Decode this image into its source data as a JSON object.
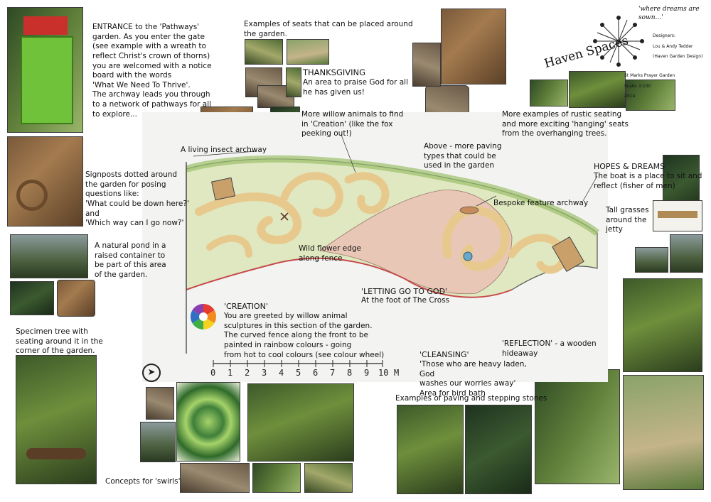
{
  "header": {
    "tagline": "'where dreams are sown...'",
    "brand": "Haven Spaces",
    "designer_lines": [
      "Designers:",
      "Lou & Andy Tedder",
      "(Haven Garden Design)"
    ],
    "project_lines": [
      "St Marks Prayer Garden",
      "Scale: 1:100",
      "2014"
    ]
  },
  "notes": {
    "entrance": "ENTRANCE to the 'Pathways'\ngarden.  As you enter the gate\n(see example with a wreath to\nreflect Christ's crown of thorns)\nyou are welcomed with a notice\nboard with the words\n'What We Need To Thrive'.\nThe archway leads you through\nto a network of pathways for all\nto explore...",
    "seats": "Examples of seats that can be placed around\nthe garden.",
    "thanksgiving_title": "THANKSGIVING",
    "thanksgiving_body": "An area to praise God for all\nhe has given us!",
    "willow": "More willow animals to find\nin 'Creation' (like the fox\npeeking out!)",
    "paving_above": "Above - more paving\ntypes that could be\nused in the garden",
    "rustic": "More examples of rustic seating\nand more exciting 'hanging' seats\nfrom the overhanging trees.",
    "insect_arch": "A living insect archway",
    "signposts": "Signposts dotted around\nthe garden for posing\nquestions like:\n'What could be down here?'\nand\n'Which way can I go now?'",
    "hopes_title": "HOPES & DREAMS",
    "hopes_body": "The boat is a place to sit and\nreflect (fisher of men)",
    "bespoke_arch": "Bespoke feature archway",
    "tall_grasses": "Tall grasses\naround the\njetty",
    "pond": "A natural pond in a\nraised container to\nbe part of this area\nof the garden.",
    "wildflower": "Wild flower edge\nalong fence",
    "letting_go_title": "'LETTING GO TO GOD'",
    "letting_go_body": "At the foot of The Cross",
    "creation_title": "'CREATION'",
    "creation_body": "You are greeted by willow animal\nsculptures in this section of the garden.\nThe curved fence along the front to  be\npainted in rainbow colours - going\nfrom hot to cool colours (see colour wheel)",
    "reflection": "'REFLECTION' - a wooden\n                      hideaway",
    "cleansing_title": "'CLEANSING'",
    "cleansing_body": "'Those who are heavy laden, God\nwashes our worries away'\nArea for bird bath",
    "specimen": "Specimen tree with\nseating around it in the\ncorner of the garden.",
    "paving_examples": "Examples of paving and stepping stones",
    "swirls": "Concepts for 'swirls'"
  },
  "scale_bar": {
    "ticks": [
      "0",
      "1",
      "2",
      "3",
      "4",
      "5",
      "6",
      "7",
      "8",
      "9",
      "10"
    ],
    "unit": "M"
  },
  "colors": {
    "path": "#e8c98d",
    "lawn": "#dfe8c0",
    "gravel": "#e8c7b7",
    "edge": "#9bbf6a"
  }
}
